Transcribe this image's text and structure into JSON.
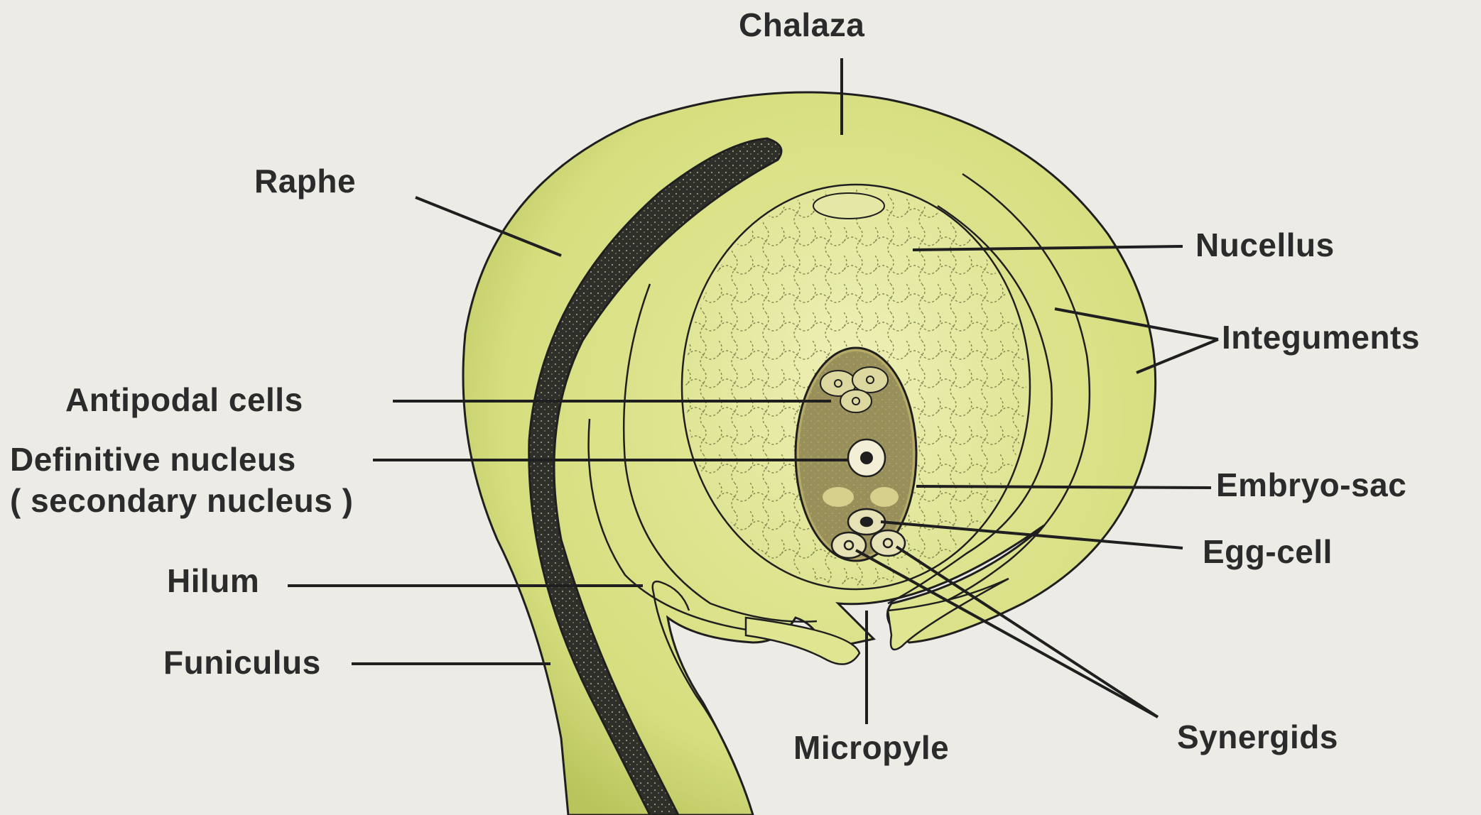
{
  "diagram": {
    "labels": {
      "chalaza": "Chalaza",
      "raphe": "Raphe",
      "nucellus": "Nucellus",
      "integuments": "Integuments",
      "antipodal_cells": "Antipodal cells",
      "definitive_nucleus": "Definitive nucleus",
      "secondary_nucleus": "( secondary nucleus )",
      "embryo_sac": "Embryo-sac",
      "egg_cell": "Egg-cell",
      "hilum": "Hilum",
      "funiculus": "Funiculus",
      "micropyle": "Micropyle",
      "synergids": "Synergids"
    },
    "colors": {
      "background": "#ecebe6",
      "integument_fill": "#d9e08a",
      "integument_light": "#eef0b0",
      "nucellus_fill": "#e6ea9c",
      "raphe_fill": "#3a3a34",
      "embryo_sac_fill": "#b8ad6e",
      "outline": "#1f1f1f"
    }
  }
}
